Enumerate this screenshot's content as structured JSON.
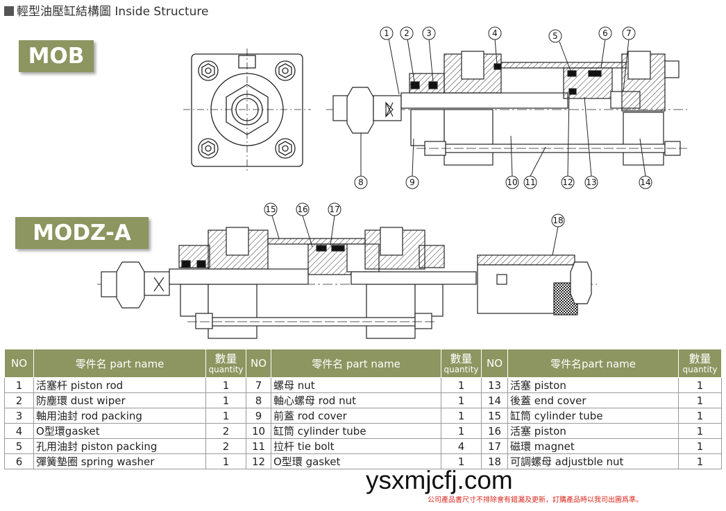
{
  "page_title": "輕型油壓缸結構圖 Inside Structure",
  "models": {
    "mob": "MOB",
    "modz": "MODZ-A"
  },
  "callouts": [
    "1",
    "2",
    "3",
    "4",
    "5",
    "6",
    "7",
    "8",
    "9",
    "10",
    "11",
    "12",
    "13",
    "14",
    "15",
    "16",
    "17",
    "18"
  ],
  "table": {
    "headers": {
      "no": "NO",
      "name1": "零件名 part name",
      "name2": "零件名 part name",
      "name3": "零件名part name",
      "qty_top": "數量",
      "qty_bot": "quantity"
    },
    "rows": [
      [
        {
          "no": "1",
          "name": "活塞杆 piston rod",
          "qty": "1"
        },
        {
          "no": "7",
          "name": "螺母 nut",
          "qty": "1"
        },
        {
          "no": "13",
          "name": "活塞 piston",
          "qty": "1"
        }
      ],
      [
        {
          "no": "2",
          "name": "防塵環 dust wiper",
          "qty": "1"
        },
        {
          "no": "8",
          "name": "軸心螺母 rod nut",
          "qty": "1"
        },
        {
          "no": "14",
          "name": "後蓋 end cover",
          "qty": "1"
        }
      ],
      [
        {
          "no": "3",
          "name": "軸用油封 rod packing",
          "qty": "1"
        },
        {
          "no": "9",
          "name": "前蓋 rod cover",
          "qty": "1"
        },
        {
          "no": "15",
          "name": "缸筒 cylinder tube",
          "qty": "1"
        }
      ],
      [
        {
          "no": "4",
          "name": "O型環gasket",
          "qty": "2"
        },
        {
          "no": "10",
          "name": "缸筒 cylinder tube",
          "qty": "1"
        },
        {
          "no": "16",
          "name": "活塞 piston",
          "qty": "1"
        }
      ],
      [
        {
          "no": "5",
          "name": "孔用油封 piston packing",
          "qty": "2"
        },
        {
          "no": "11",
          "name": "拉杆 tie bolt",
          "qty": "4"
        },
        {
          "no": "17",
          "name": "磁環 magnet",
          "qty": "1"
        }
      ],
      [
        {
          "no": "6",
          "name": "彈簧墊圈 spring washer",
          "qty": "1"
        },
        {
          "no": "12",
          "name": "O型環 gasket",
          "qty": "1"
        },
        {
          "no": "18",
          "name": "可調螺母 adjustble nut",
          "qty": "1"
        }
      ]
    ]
  },
  "watermark": "ysxmjcfj.com",
  "footnote": "公司產品書尺寸不排除會有錯漏及更新，訂購產品時以我司出圖爲準。"
}
